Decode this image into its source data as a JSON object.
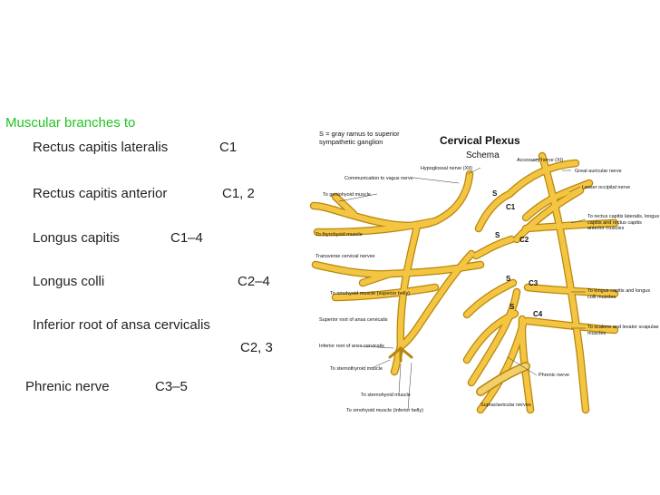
{
  "slide": {
    "heading": "Muscular branches to",
    "items": [
      {
        "name": "Rectus capitis lateralis",
        "level": "C1"
      },
      {
        "name": "Rectus capitis anterior",
        "level": "C1, 2"
      },
      {
        "name": "Longus capitis",
        "level": "C1–4"
      },
      {
        "name": "Longus colli",
        "level": "C2–4"
      },
      {
        "name": "Inferior root of ansa cervicalis",
        "level": "C2, 3"
      },
      {
        "name": "Phrenic nerve",
        "level": "C3–5"
      }
    ],
    "colors": {
      "heading": "#22c322",
      "nerve": "#f4c542",
      "nerve_outline": "#b8860b",
      "muscle": "#f2cf6a"
    }
  },
  "diagram": {
    "title": "Cervical Plexus",
    "subtitle": "Schema",
    "legend": "S = gray ramus to superior sympathetic ganglion",
    "levels": [
      "C1",
      "C2",
      "C3",
      "C4"
    ],
    "gray_ramus_marker": "S",
    "labels_left": [
      "Communication to vagus nerve",
      "To geniohyoid muscle",
      "To thyrohyoid muscle",
      "Transverse cervical nerves",
      "To omohyoid muscle (superior belly)",
      "Superior root of ansa cervicalis",
      "Inferior root of ansa cervicalis",
      "To sternothyroid muscle",
      "To sternohyoid muscle",
      "To omohyoid muscle (inferior belly)"
    ],
    "labels_right": [
      "Hypoglossal nerve (XII)",
      "Accessory nerve (XI)",
      "Great auricular nerve",
      "Lesser occipital nerve",
      "To rectus capitis lateralis, longus capitis and rectus capitis anterior muscles",
      "To longus capitis and longus colli muscles",
      "To scalene and levator scapulae muscles",
      "Phrenic nerve",
      "Supraclavicular nerves"
    ]
  }
}
